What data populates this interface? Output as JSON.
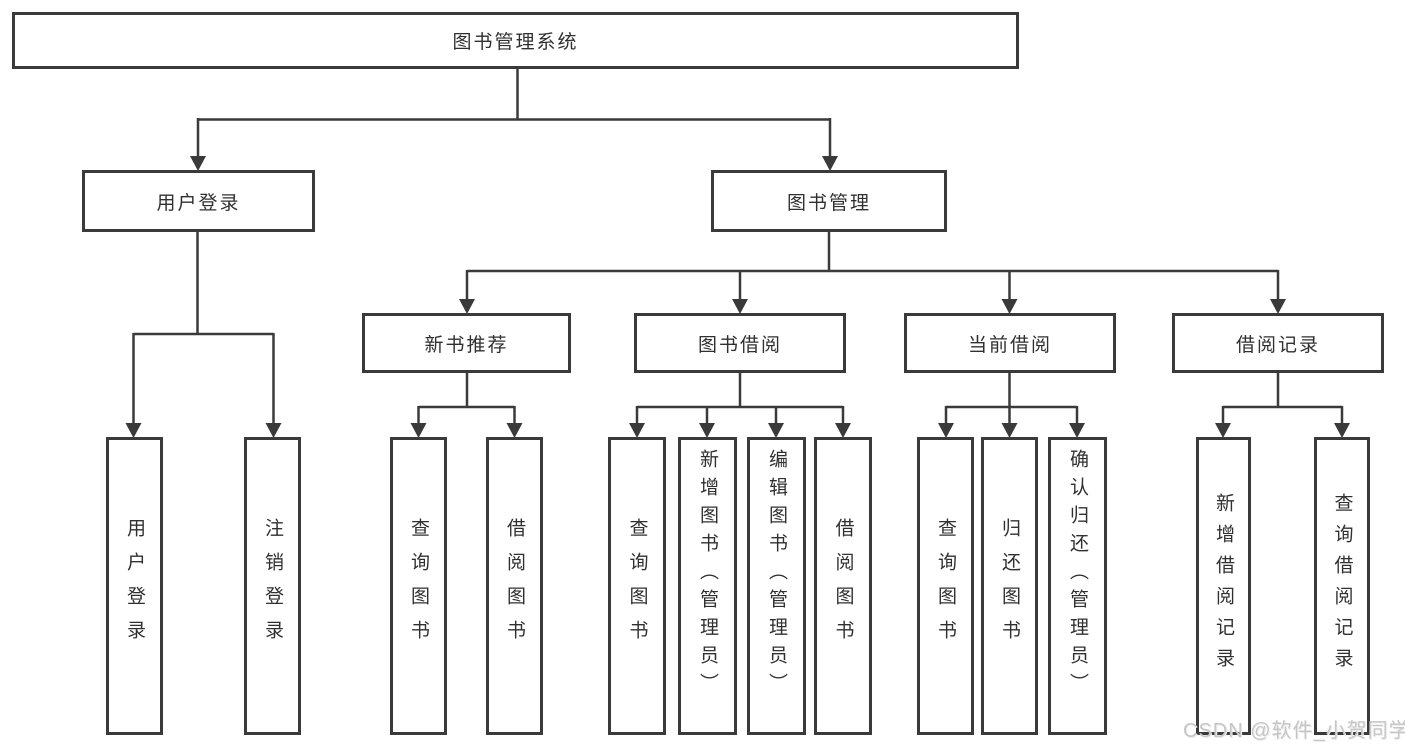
{
  "tree": {
    "root": {
      "label": "图书管理系统"
    },
    "branches": [
      {
        "label": "用户登录",
        "children": [
          {
            "label": "用户登录"
          },
          {
            "label": "注销登录"
          }
        ]
      },
      {
        "label": "图书管理",
        "groups": [
          {
            "label": "新书推荐",
            "children": [
              {
                "label": "查询图书"
              },
              {
                "label": "借阅图书"
              }
            ]
          },
          {
            "label": "图书借阅",
            "children": [
              {
                "label": "查询图书"
              },
              {
                "label": "新增图书（管理员）"
              },
              {
                "label": "编辑图书（管理员）"
              },
              {
                "label": "借阅图书"
              }
            ]
          },
          {
            "label": "当前借阅",
            "children": [
              {
                "label": "查询图书"
              },
              {
                "label": "归还图书"
              },
              {
                "label": "确认归还（管理员）"
              }
            ]
          },
          {
            "label": "借阅记录",
            "children": [
              {
                "label": "新增借阅记录"
              },
              {
                "label": "查询借阅记录"
              }
            ]
          }
        ]
      }
    ]
  },
  "watermark": {
    "text": "CSDN @软件_小贺同学"
  },
  "colors": {
    "line": "#3a3a3a",
    "box_border": "#3a3a3a",
    "box_background": "#ffffff",
    "text": "#303030",
    "watermark": "#c6c6c6"
  }
}
